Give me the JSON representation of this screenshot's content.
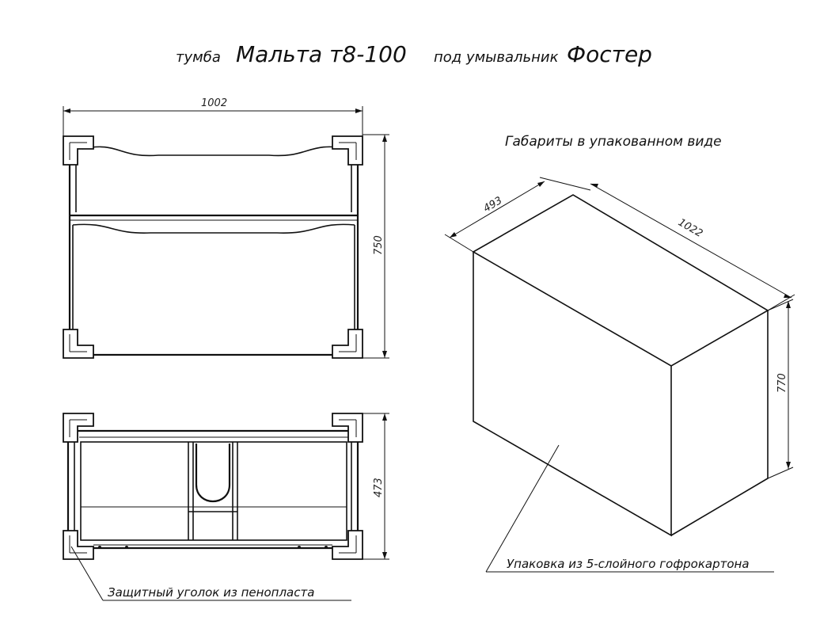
{
  "title": {
    "prefix": "тумба",
    "model": "Мальта т8-100",
    "middle": "под умывальник",
    "sink": "Фостер"
  },
  "front_view": {
    "width_dim": "1002",
    "height_dim": "750"
  },
  "top_view": {
    "depth_dim": "473"
  },
  "package": {
    "heading": "Габариты в упакованном виде",
    "depth_dim": "493",
    "width_dim": "1022",
    "height_dim": "770",
    "note": "Упаковка из 5-слойного гофрокартона"
  },
  "corner_note": "Защитный уголок из пенопласта"
}
